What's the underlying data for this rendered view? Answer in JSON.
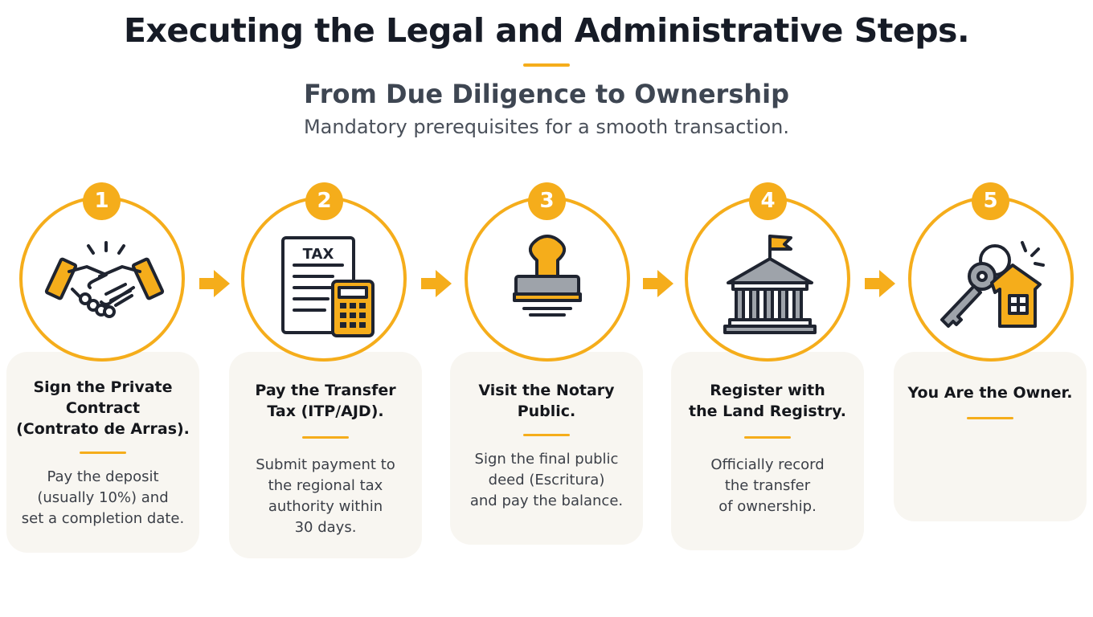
{
  "header": {
    "title": "Executing the Legal and Administrative  Steps.",
    "subtitle": "From Due Diligence to Ownership",
    "tagline": "Mandatory prerequisites for a smooth transaction."
  },
  "colors": {
    "accent": "#f5ad1b",
    "ink": "#1f2430",
    "card": "#f8f6f1"
  },
  "steps": [
    {
      "number": "1",
      "icon": "handshake-icon",
      "title_lines": [
        "Sign the Private",
        "Contract",
        "(Contrato de Arras)."
      ],
      "desc_lines": [
        "Pay the deposit",
        "(usually 10%) and",
        "set a completion date."
      ]
    },
    {
      "number": "2",
      "icon": "tax-document-calculator-icon",
      "title_lines": [
        "Pay the Transfer",
        "Tax (ITP/AJD)."
      ],
      "desc_lines": [
        "Submit payment to",
        "the regional tax",
        "authority within",
        "30 days."
      ],
      "icon_label": "TAX"
    },
    {
      "number": "3",
      "icon": "stamp-icon",
      "title_lines": [
        "Visit the Notary",
        "Public."
      ],
      "desc_lines": [
        "Sign the final public",
        "deed (Escritura)",
        "and pay the balance."
      ]
    },
    {
      "number": "4",
      "icon": "government-building-icon",
      "title_lines": [
        "Register with",
        "the Land Registry."
      ],
      "desc_lines": [
        "Officially record",
        "the transfer",
        "of ownership."
      ]
    },
    {
      "number": "5",
      "icon": "house-key-icon",
      "title_lines": [
        "You Are the Owner."
      ],
      "desc_lines": []
    }
  ]
}
